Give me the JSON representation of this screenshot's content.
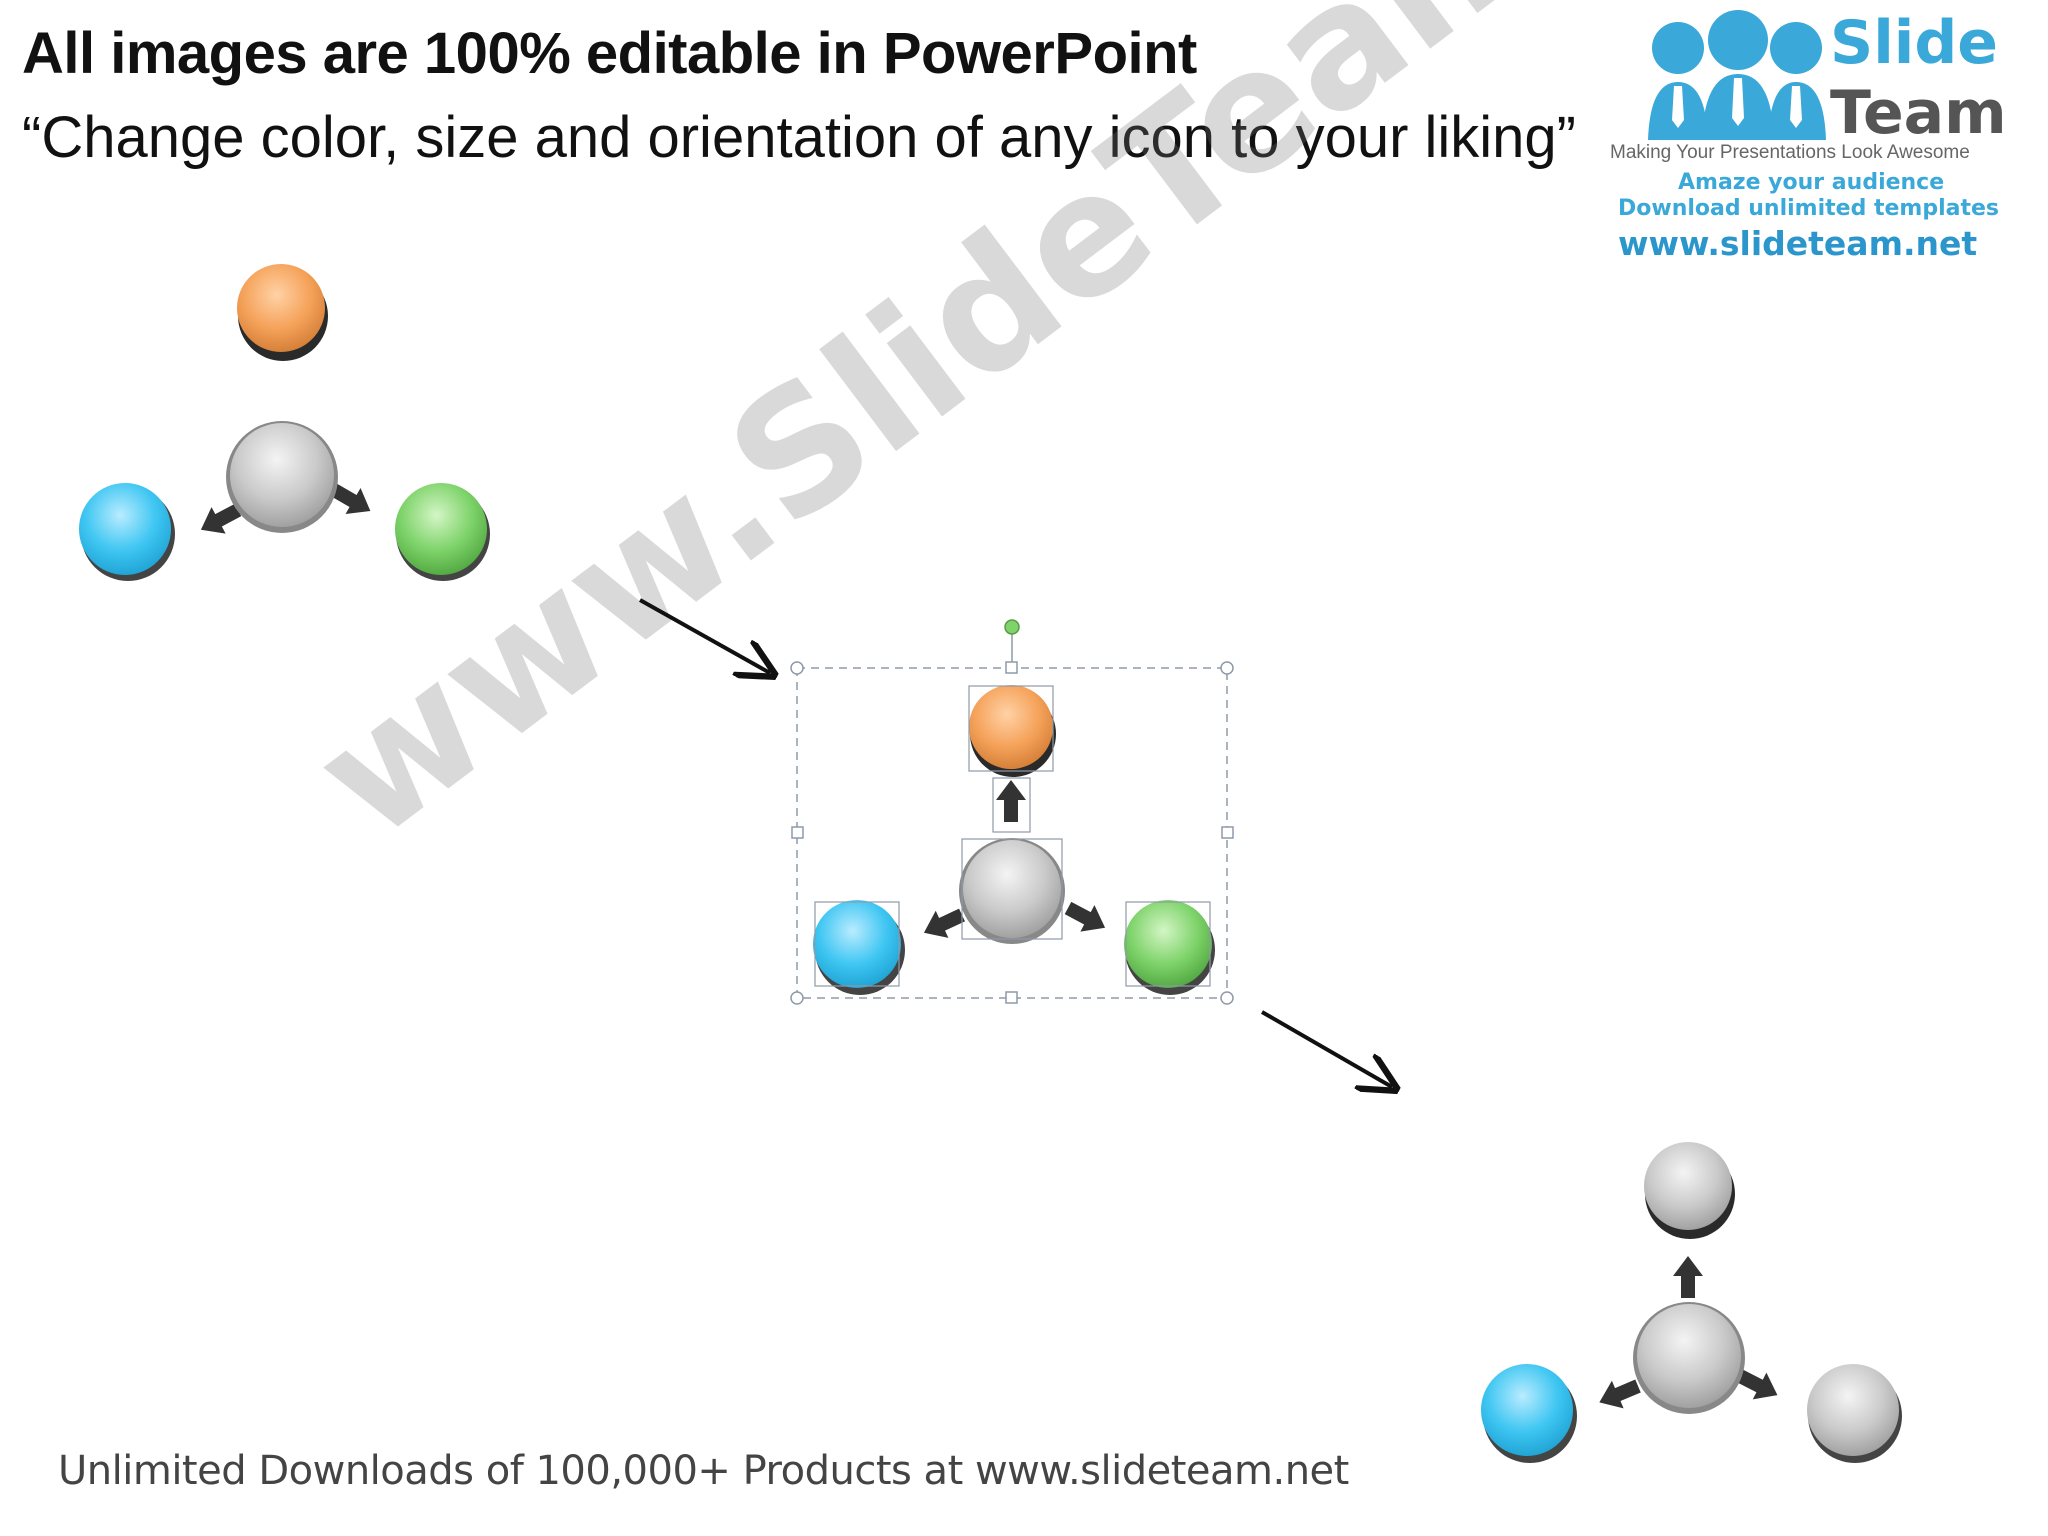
{
  "header": {
    "title": "All images are 100% editable in PowerPoint",
    "subtitle": "“Change color, size and orientation of any icon to your liking”"
  },
  "logo": {
    "word1": "Slide",
    "word2": "Team",
    "tagline": "Making Your Presentations Look Awesome",
    "line1": "Amaze your audience",
    "line2": "Download unlimited templates",
    "url": "www.slideteam.net"
  },
  "watermark": "www.SlideTeam.net",
  "footer": "Unlimited Downloads of 100,000+ Products at www.slideteam.net",
  "colors": {
    "orange": "#f5a25a",
    "blue": "#3fc6f2",
    "green": "#7ed36a",
    "gray": "#c9c9c9",
    "arrow": "#333333"
  },
  "icons": [
    "hub-diagram-icon",
    "arrow-icon",
    "selection-handle-icon"
  ]
}
